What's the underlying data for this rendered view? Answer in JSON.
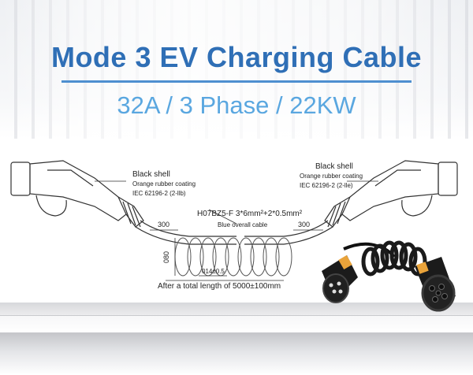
{
  "header": {
    "title": "Mode 3 EV Charging Cable",
    "subtitle": "32A / 3 Phase / 22KW"
  },
  "diagram": {
    "left_plug": {
      "label_shell": "Black shell",
      "label_coating": "Orange rubber coating",
      "label_standard": "IEC 62196-2  (2-llb)"
    },
    "right_plug": {
      "label_shell": "Black shell",
      "label_coating": "Orange rubber coating",
      "label_standard": "IEC 62196-2  (2-lle)"
    },
    "cable_spec": "H07BZ5-F 3*6mm²+2*0.5mm²",
    "cable_color": "Blue overall cable",
    "dim_left": "300",
    "dim_right": "300",
    "dim_coil_height": "080",
    "dim_diameter": "014±0.5",
    "total_length_note": "After a total length of 5000±100mm"
  },
  "colors": {
    "title": "#2f6fb6",
    "subtitle": "#5aa7e0",
    "rule": "#4e8fd0",
    "plug_accent": "#f0a23a"
  }
}
